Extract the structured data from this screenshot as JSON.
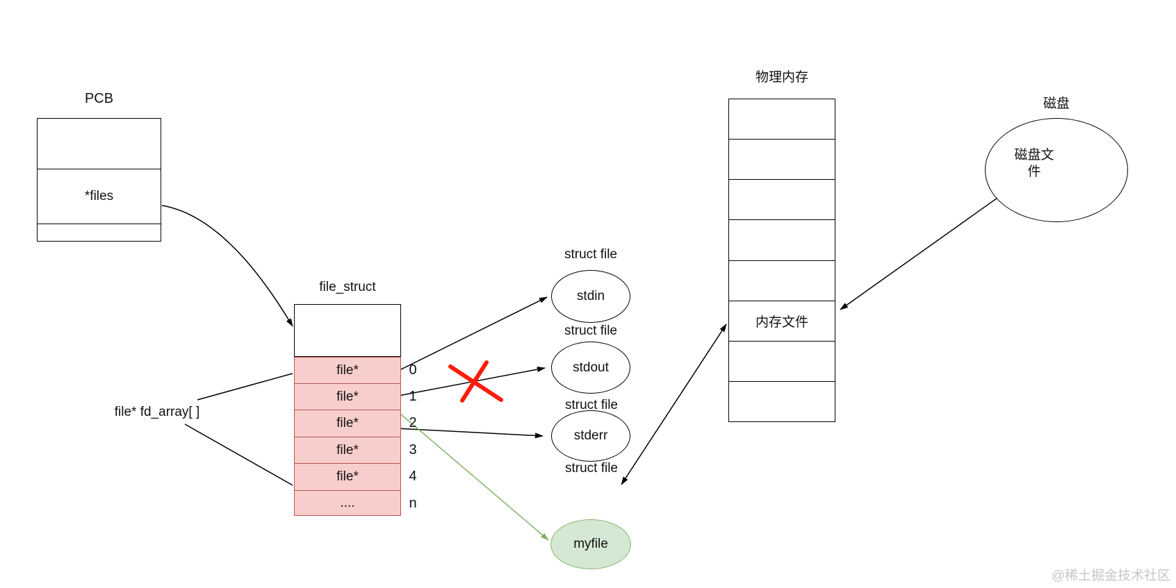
{
  "diagram": {
    "pcb": {
      "title": "PCB",
      "files_label": "*files"
    },
    "fd_array_label": "file* fd_array[ ]",
    "file_struct": {
      "title": "file_struct",
      "rows": [
        {
          "text": "file*",
          "index": "0"
        },
        {
          "text": "file*",
          "index": "1"
        },
        {
          "text": "file*",
          "index": "2"
        },
        {
          "text": "file*",
          "index": "3"
        },
        {
          "text": "file*",
          "index": "4"
        },
        {
          "text": "....",
          "index": "n"
        }
      ]
    },
    "struct_file_label": "struct file",
    "file_objects": {
      "stdin": "stdin",
      "stdout": "stdout",
      "stderr": "stderr",
      "myfile": "myfile"
    },
    "physical_memory": {
      "title": "物理内存",
      "memory_file_label": "内存文件"
    },
    "disk": {
      "title": "磁盘",
      "file_label": "磁盘文\n件"
    },
    "watermark": "@稀土掘金技术社区",
    "colors": {
      "pink_fill": "#f8cecc",
      "pink_stroke": "#b85450",
      "green_fill": "#d5e8d4",
      "green_stroke": "#82b366",
      "red_cross": "#ff1a0a",
      "line": "#000000"
    }
  }
}
